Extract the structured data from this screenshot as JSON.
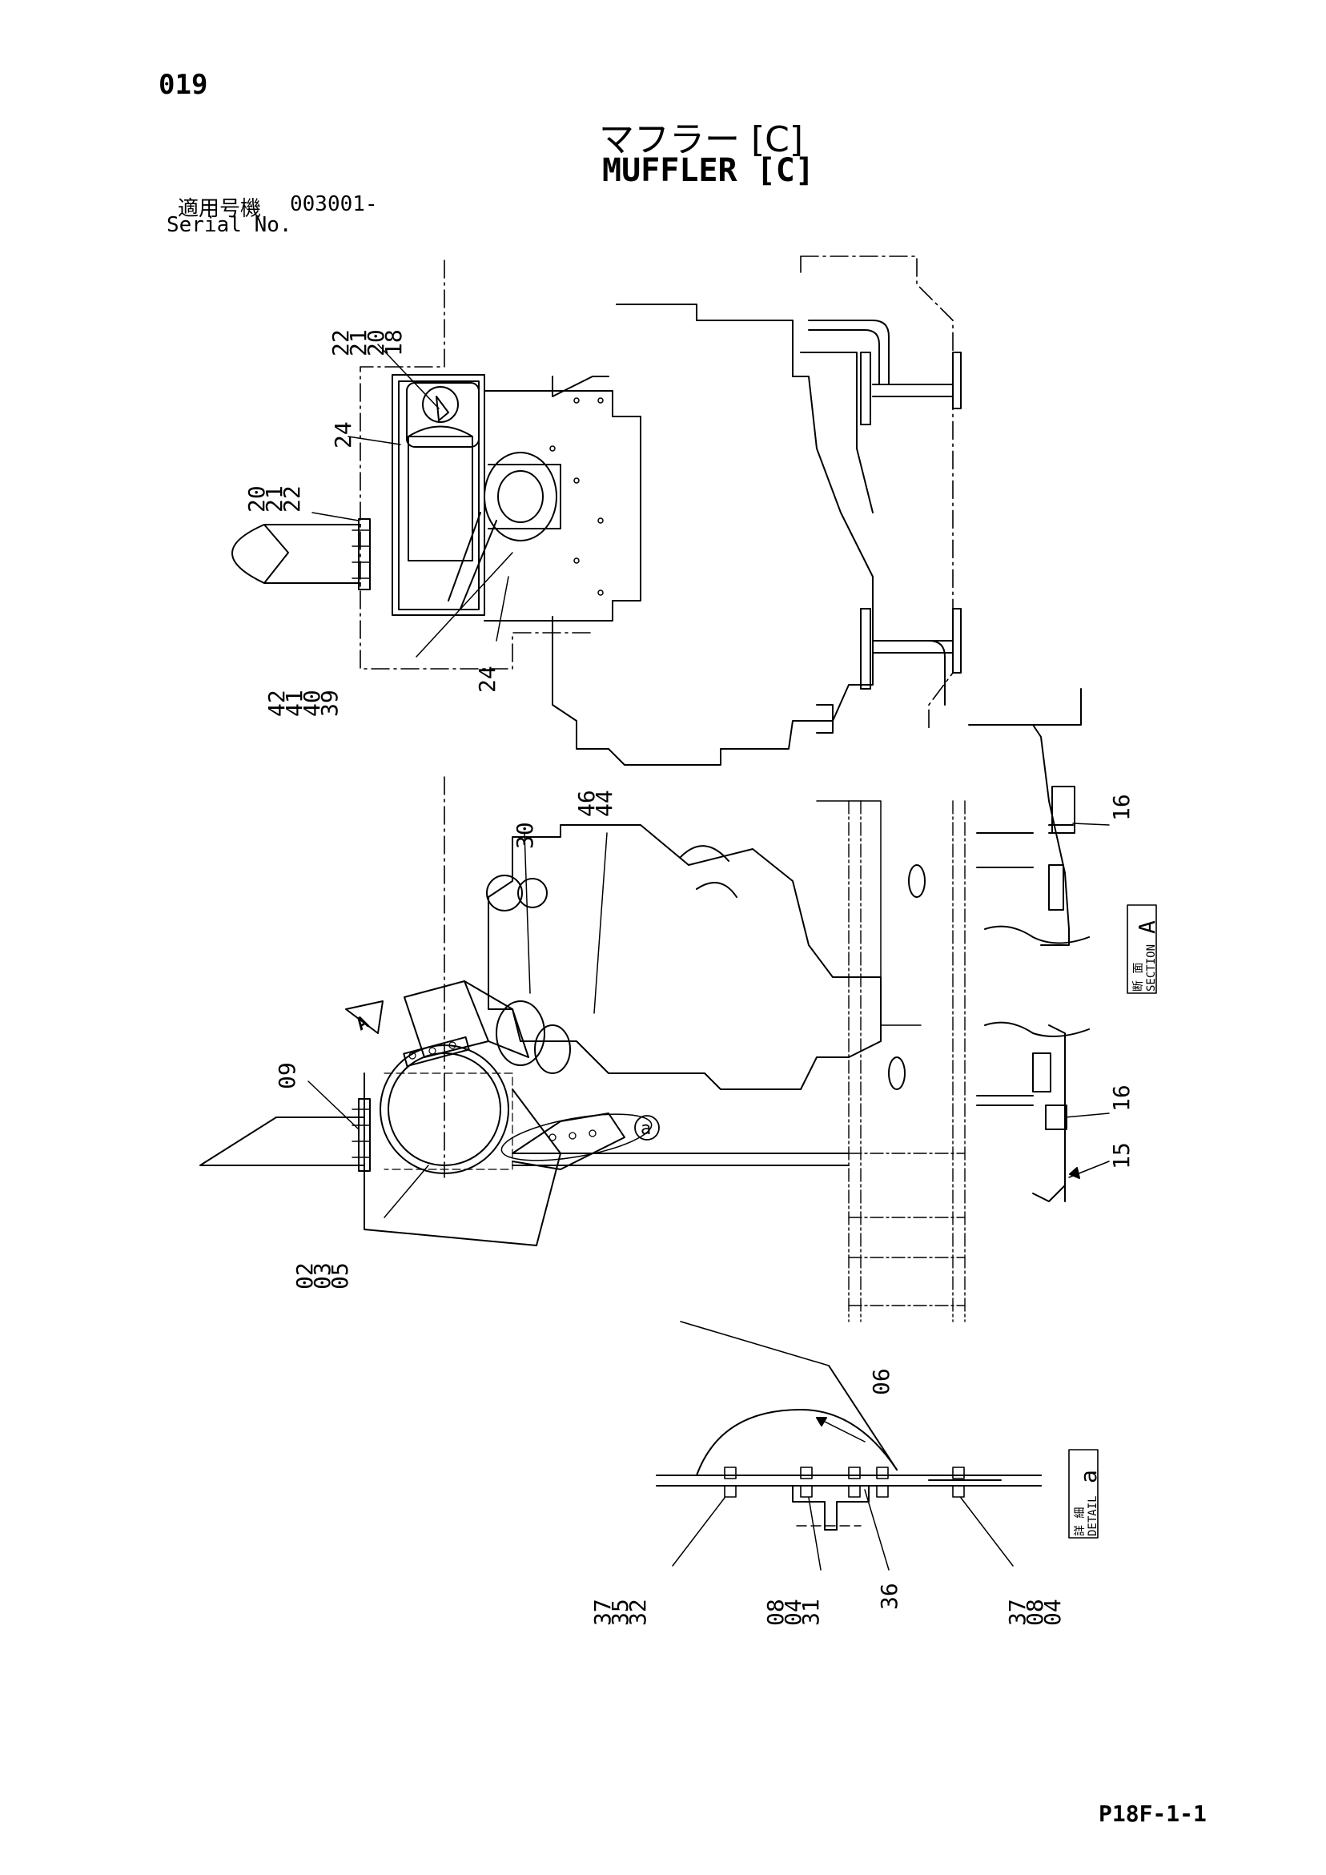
{
  "header": {
    "page_number": "019",
    "title_jp": "マフラー [C]",
    "title_en": "MUFFLER [C]",
    "serial_label_jp": "適用号機",
    "serial_value": "003001-",
    "serial_label_en": "Serial No."
  },
  "callouts": {
    "top_a": [
      "22",
      "21",
      "20",
      "18"
    ],
    "top_b": [
      "20",
      "21",
      "22"
    ],
    "top_c": [
      "24"
    ],
    "top_d": [
      "42",
      "41",
      "40",
      "39"
    ],
    "top_e": [
      "24"
    ],
    "mid_a": [
      "30"
    ],
    "mid_b": [
      "46",
      "44"
    ],
    "mid_c": [
      "09"
    ],
    "mid_d": [
      "02",
      "03",
      "05"
    ],
    "sec_a": [
      "16"
    ],
    "sec_b": [
      "16"
    ],
    "sec_c": [
      "15"
    ],
    "det_a": [
      "06"
    ],
    "det_b": [
      "37",
      "35",
      "32"
    ],
    "det_c": [
      "08",
      "04",
      "31"
    ],
    "det_d": [
      "36"
    ],
    "det_e": [
      "37",
      "08",
      "04"
    ]
  },
  "view_marker": {
    "arrow_letter": "A",
    "detail_circle_letter": "a"
  },
  "section_label": {
    "jp": "断 面",
    "en": "SECTION",
    "letter": "A"
  },
  "detail_label": {
    "jp": "詳 細",
    "en": "DETAIL",
    "letter": "a"
  },
  "footer": {
    "code": "P18F-1-1"
  }
}
